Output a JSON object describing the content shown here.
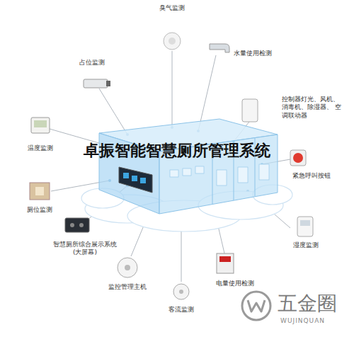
{
  "diagram": {
    "title": "卓振智能智慧厕所管理系统",
    "labels": [
      "臭气监测",
      "水量使用检测",
      "占位监测",
      "控制器灯光、风机、 消毒机、除湿器、 空调联动器",
      "温度监测",
      "紧急呼叫按钮",
      "厕位监测",
      "智慧厕所综合展示系统 (大屏幕)",
      "湿度监测",
      "电量使用检测",
      "监控管理主机",
      "客流监测",
      "五金圈",
      "WUJINQUAN"
    ]
  }
}
